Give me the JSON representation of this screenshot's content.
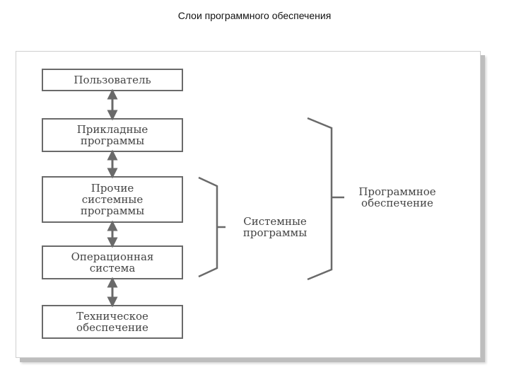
{
  "page": {
    "title": "Слои программного обеспечения"
  },
  "diagram": {
    "layers": [
      {
        "id": "user",
        "label": "Пользователь"
      },
      {
        "id": "applications",
        "label": "Прикладные\nпрограммы"
      },
      {
        "id": "other_system",
        "label": "Прочие\nсистемные\nпрограммы"
      },
      {
        "id": "os",
        "label": "Операционная\nсистема"
      },
      {
        "id": "hardware",
        "label": "Техническое\nобеспечение"
      }
    ],
    "groups": {
      "system_programs": "Системные\nпрограммы",
      "software": "Программное\nобеспечение"
    },
    "colors": {
      "stroke": "#6a6a6a",
      "text": "#444444"
    }
  }
}
